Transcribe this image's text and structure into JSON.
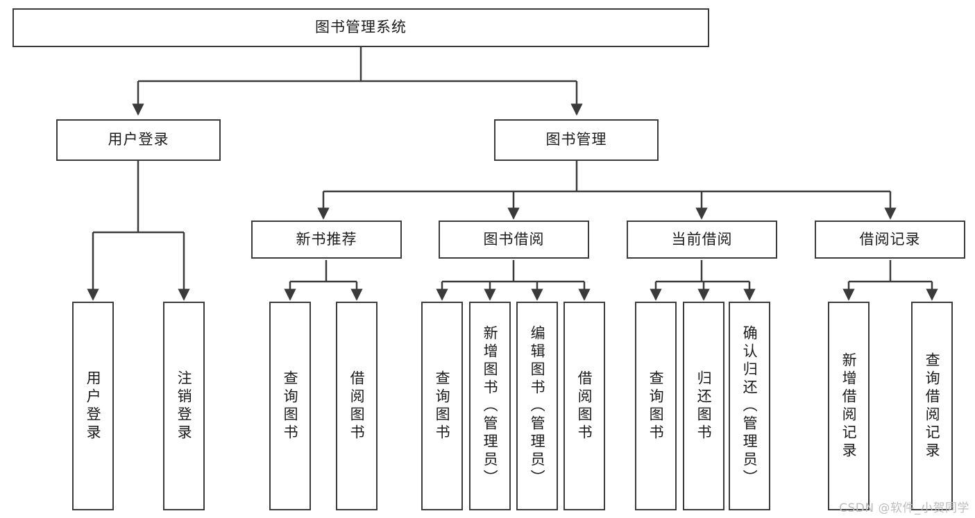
{
  "diagram": {
    "type": "tree-hierarchy",
    "title": "图书管理系统",
    "watermark": "CSDN @软件_小贺同学",
    "colors": {
      "stroke": "#3a3a3a",
      "fill": "#ffffff",
      "text": "#1a1a1a",
      "watermark": "#bcbcbc"
    },
    "nodes": {
      "root": {
        "label": "图书管理系统",
        "level": 0
      },
      "level1": [
        {
          "id": "user-login",
          "label": "用户登录"
        },
        {
          "id": "book-manage",
          "label": "图书管理"
        }
      ],
      "level2": [
        {
          "id": "new-book-recommend",
          "label": "新书推荐",
          "parent": "book-manage"
        },
        {
          "id": "book-borrow",
          "label": "图书借阅",
          "parent": "book-manage"
        },
        {
          "id": "current-borrow",
          "label": "当前借阅",
          "parent": "book-manage"
        },
        {
          "id": "borrow-record",
          "label": "借阅记录",
          "parent": "book-manage"
        }
      ],
      "leaves": [
        {
          "id": "leaf-user-login",
          "label": "用户登录",
          "parent": "user-login"
        },
        {
          "id": "leaf-logout",
          "label": "注销登录",
          "parent": "user-login"
        },
        {
          "id": "leaf-query-book-1",
          "label": "查询图书",
          "parent": "new-book-recommend"
        },
        {
          "id": "leaf-borrow-book-1",
          "label": "借阅图书",
          "parent": "new-book-recommend"
        },
        {
          "id": "leaf-query-book-2",
          "label": "查询图书",
          "parent": "book-borrow"
        },
        {
          "id": "leaf-add-book",
          "label": "新增图书（管理员）",
          "parent": "book-borrow"
        },
        {
          "id": "leaf-edit-book",
          "label": "编辑图书（管理员）",
          "parent": "book-borrow"
        },
        {
          "id": "leaf-borrow-book-2",
          "label": "借阅图书",
          "parent": "book-borrow"
        },
        {
          "id": "leaf-query-book-3",
          "label": "查询图书",
          "parent": "current-borrow"
        },
        {
          "id": "leaf-return-book",
          "label": "归还图书",
          "parent": "current-borrow"
        },
        {
          "id": "leaf-confirm-return",
          "label": "确认归还（管理员）",
          "parent": "current-borrow"
        },
        {
          "id": "leaf-add-record",
          "label": "新增借阅记录",
          "parent": "borrow-record"
        },
        {
          "id": "leaf-query-record",
          "label": "查询借阅记录",
          "parent": "borrow-record"
        }
      ]
    }
  }
}
